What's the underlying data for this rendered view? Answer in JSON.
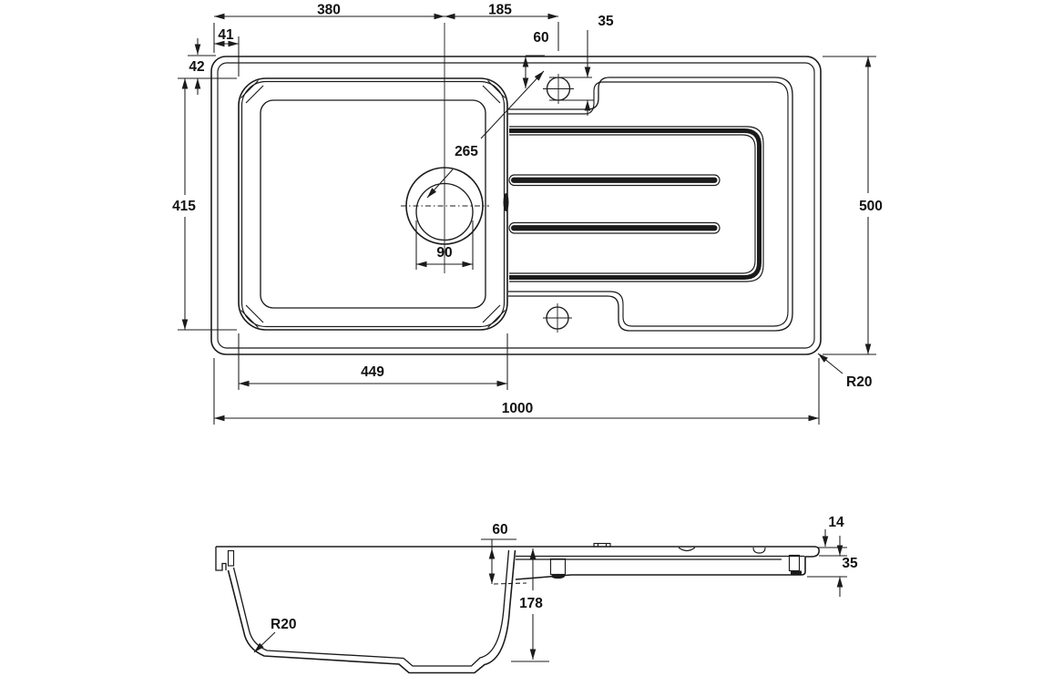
{
  "drawing": {
    "type": "technical-dimension-drawing",
    "subject": "inset kitchen sink with single bowl and drainer",
    "line_color": "#1b1b1b",
    "background": "#ffffff",
    "views": [
      "plan-view",
      "side-section-view"
    ]
  },
  "dims_plan": {
    "edge_to_waste_center": "380",
    "waste_to_tap_center": "185",
    "tap_hole_diameter": "35",
    "rim_side_width": "41",
    "rim_top_width": "42",
    "tap_center_from_top_edge": "60",
    "waste_to_tap_distance": "265",
    "bowl_depth_front_back": "415",
    "waste_hole_diameter": "90",
    "bowl_width": "449",
    "overall_length": "1000",
    "overall_depth": "500",
    "corner_radius": "R20"
  },
  "dims_section": {
    "deck_drop": "60",
    "bowl_depth": "178",
    "rim_thickness": "14",
    "edge_profile_height": "35",
    "bowl_bottom_radius": "R20"
  }
}
